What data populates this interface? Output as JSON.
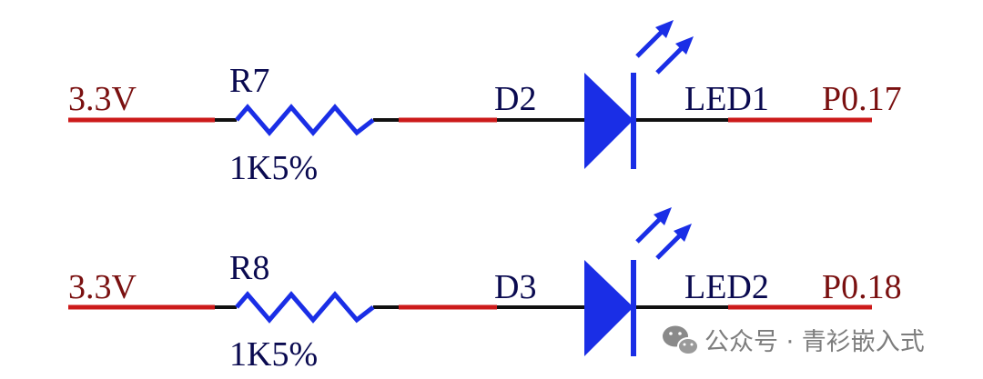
{
  "circuits": [
    {
      "net_in": "3.3V",
      "resistor_ref": "R7",
      "resistor_value": "1K5%",
      "diode_ref": "D2",
      "led_label": "LED1",
      "net_out": "P0.17"
    },
    {
      "net_in": "3.3V",
      "resistor_ref": "R8",
      "resistor_value": "1K5%",
      "diode_ref": "D3",
      "led_label": "LED2",
      "net_out": "P0.18"
    }
  ],
  "watermark": {
    "text": "公众号 · 青衫嵌入式",
    "icon": "wechat-icon"
  },
  "colors": {
    "net_wire": "#cc1a1a",
    "wire": "#101010",
    "component": "#1a2ee6",
    "net_label": "#7a1010",
    "part_label": "#0a0a50",
    "watermark": "#7d7d7d"
  }
}
